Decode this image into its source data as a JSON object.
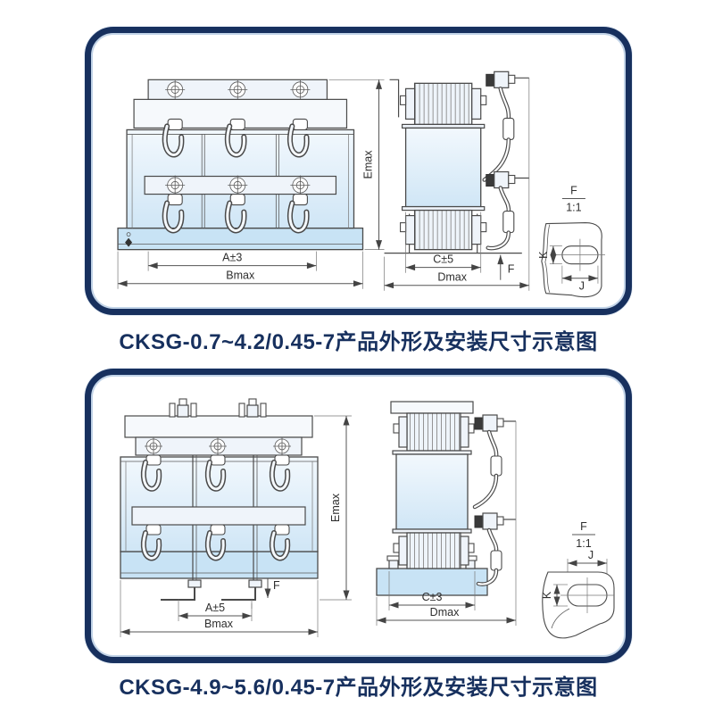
{
  "colors": {
    "panel_border": "#17305e",
    "caption_text": "#17305e",
    "drawing_line": "#4a4a4a",
    "coil_fill": "#d6e9f7",
    "base_fill": "#c8e3f5"
  },
  "panel1": {
    "caption": "CKSG-0.7~4.2/0.45-7产品外形及安装尺寸示意图",
    "front": {
      "dim_a": "A±3",
      "dim_b": "Bmax",
      "dim_e": "Emax"
    },
    "side": {
      "dim_c": "C±5",
      "dim_d": "Dmax",
      "dim_f": "F"
    },
    "detail": {
      "title": "F",
      "scale": "1:1",
      "dim_k": "K",
      "dim_j": "J"
    }
  },
  "panel2": {
    "caption": "CKSG-4.9~5.6/0.45-7产品外形及安装尺寸示意图",
    "front": {
      "dim_a": "A±5",
      "dim_b": "Bmax",
      "dim_e": "Emax",
      "dim_f": "F"
    },
    "side": {
      "dim_c": "C±3",
      "dim_d": "Dmax"
    },
    "detail": {
      "title": "F",
      "scale": "1:1",
      "dim_k": "K",
      "dim_j": "J"
    }
  }
}
